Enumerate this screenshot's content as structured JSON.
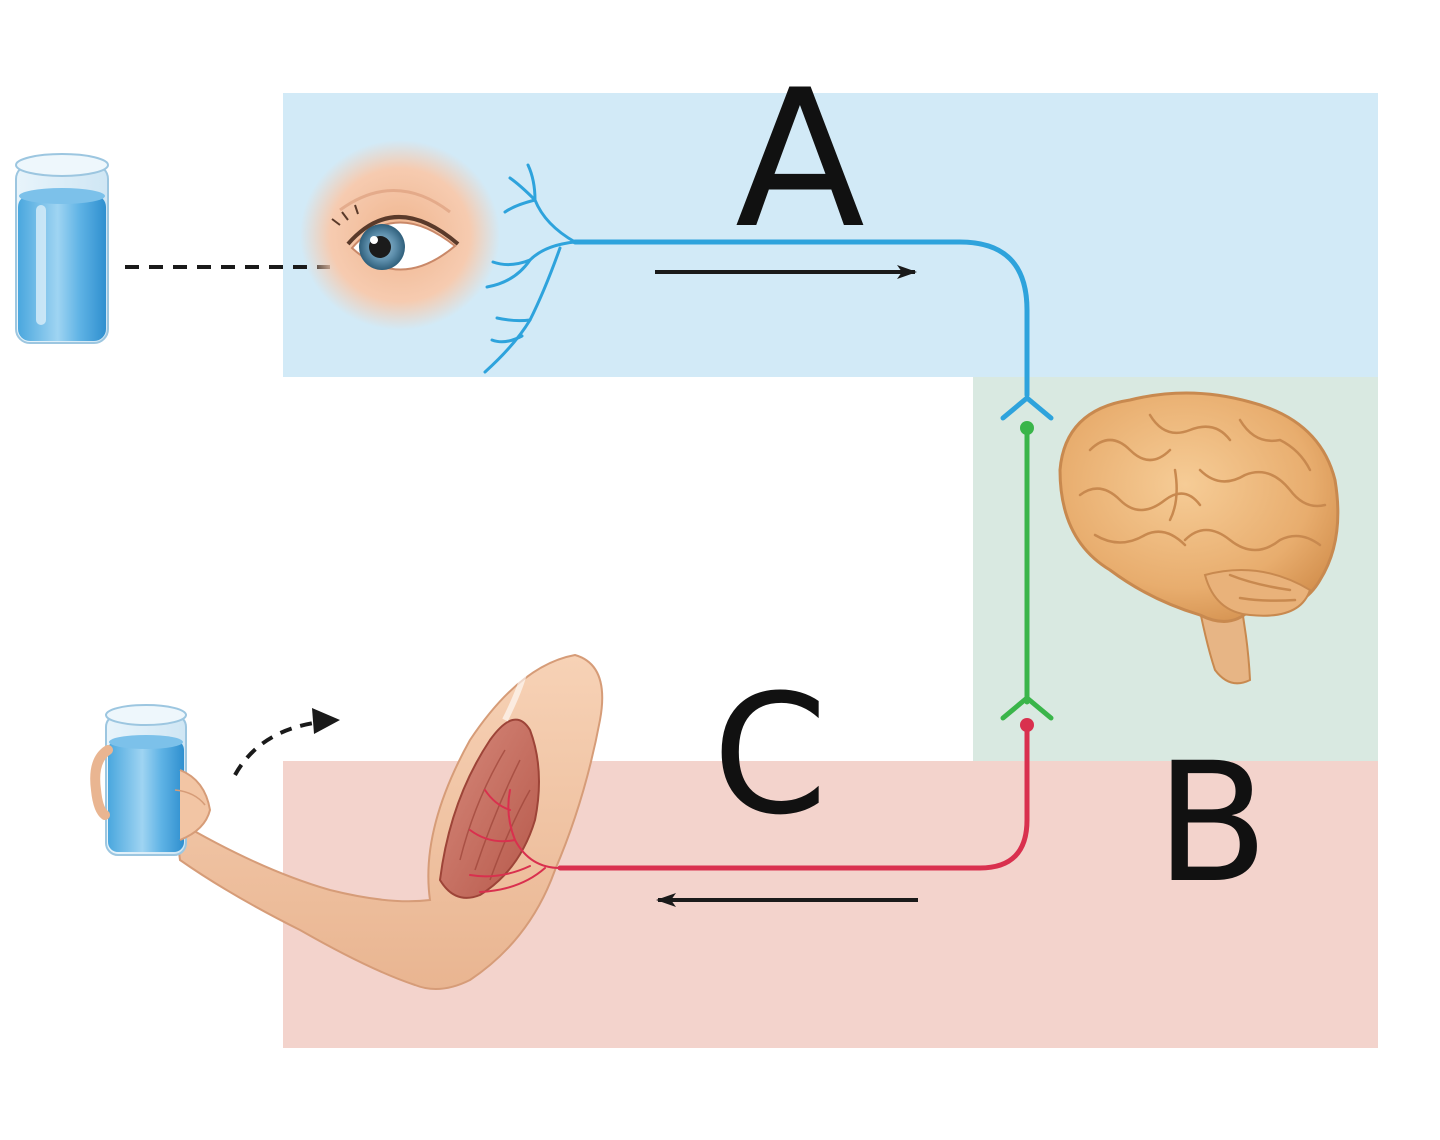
{
  "labels": {
    "sensory": "A",
    "interneuron": "B",
    "motor": "C"
  },
  "colors": {
    "sensory_zone": "#d2eaf7",
    "integration_zone": "#d9e9e1",
    "motor_zone": "#f3d3cc",
    "sensory_neuron": "#2ea3dc",
    "interneuron": "#3ab54a",
    "motor_neuron": "#d9304e",
    "arrow": "#1a1a1a"
  },
  "icons": {
    "stimulus": "water-glass-icon",
    "receptor": "eye-icon",
    "integrator": "brain-icon",
    "effector": "arm-muscle-icon",
    "response": "hand-holding-glass-icon"
  }
}
